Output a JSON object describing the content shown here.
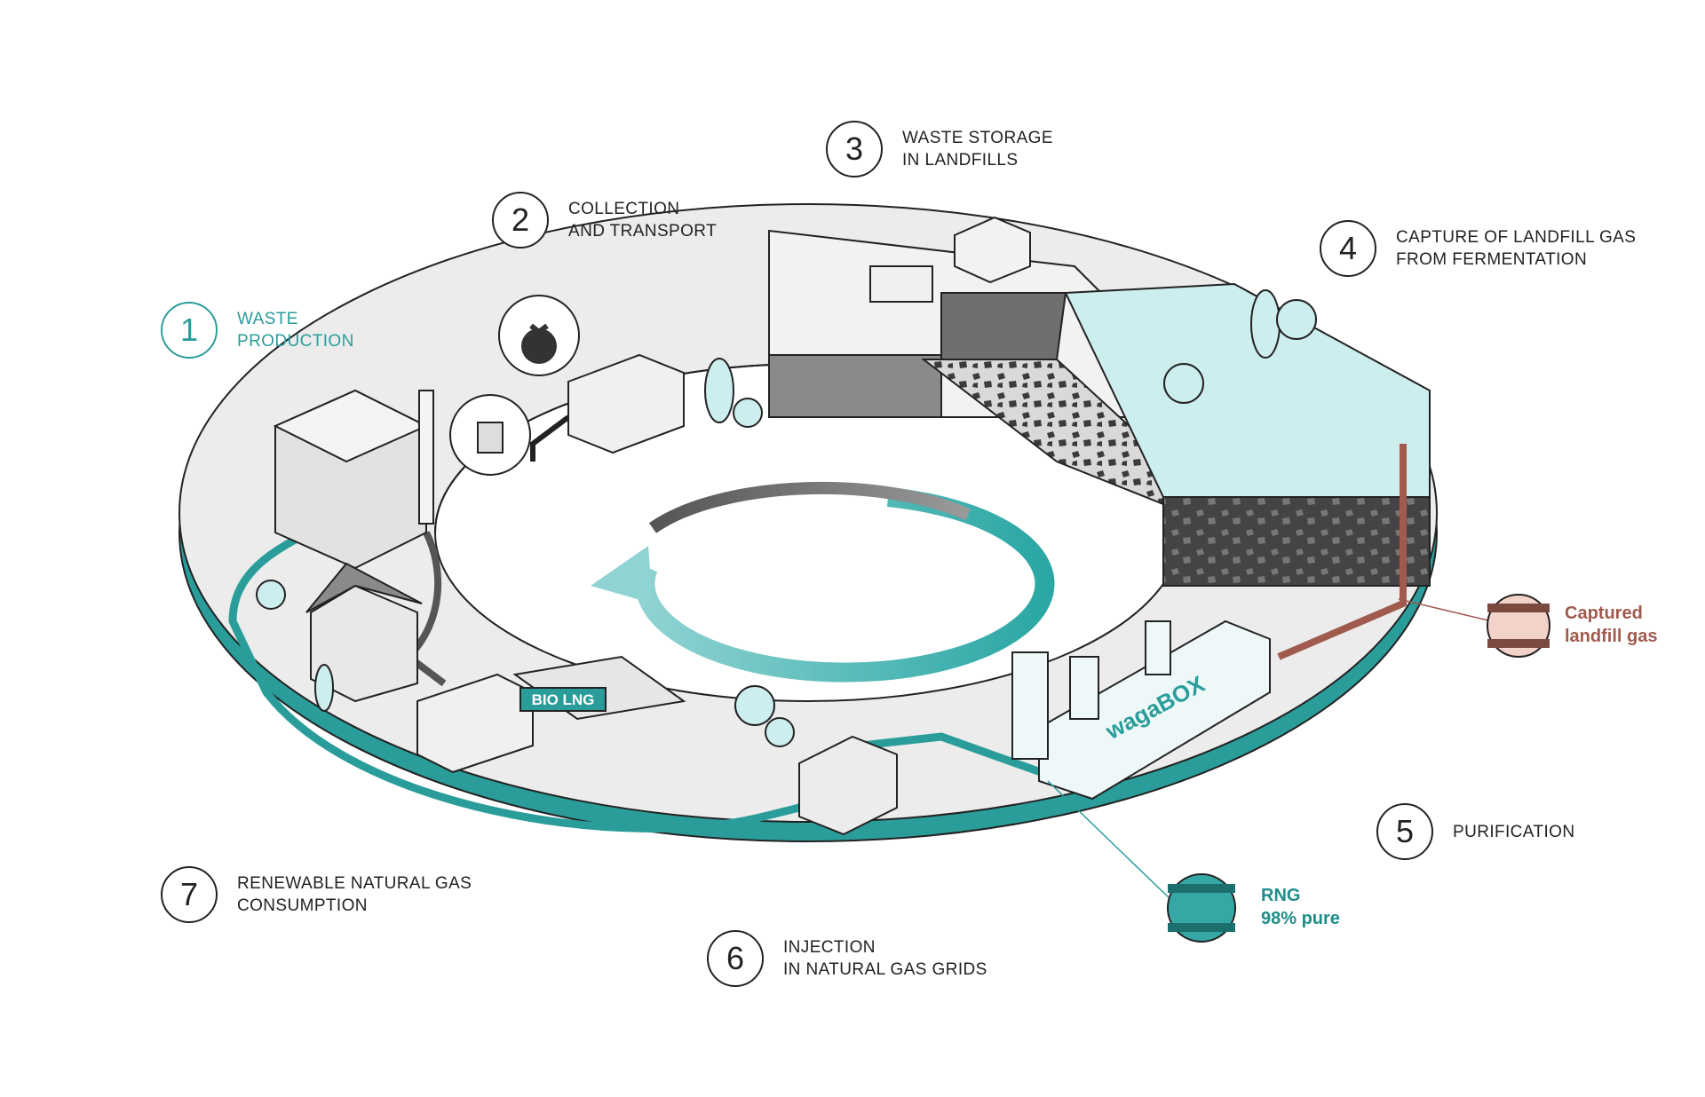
{
  "steps": [
    {
      "id": "1",
      "label": "WASTE\nPRODUCTION"
    },
    {
      "id": "2",
      "label": "COLLECTION\nAND TRANSPORT"
    },
    {
      "id": "3",
      "label": "WASTE STORAGE\nIN LANDFILLS"
    },
    {
      "id": "4",
      "label": "CAPTURE OF LANDFILL GAS\nFROM FERMENTATION"
    },
    {
      "id": "5",
      "label": "PURIFICATION"
    },
    {
      "id": "6",
      "label": "INJECTION\nIN NATURAL GAS GRIDS"
    },
    {
      "id": "7",
      "label": "RENEWABLE NATURAL GAS\nCONSUMPTION"
    }
  ],
  "callouts": {
    "captured_gas": "Captured\nlandfill gas",
    "rng": "RNG\n98% pure"
  },
  "signs": {
    "station": "BIO LNG",
    "unit_brand": "wagaBOX"
  },
  "colors": {
    "teal": "#2a9d9a",
    "teal_light": "#cdeeee",
    "gas_brown": "#a05a4e",
    "gray_dark": "#5e5e5e",
    "ring_fill": "#ececec"
  }
}
